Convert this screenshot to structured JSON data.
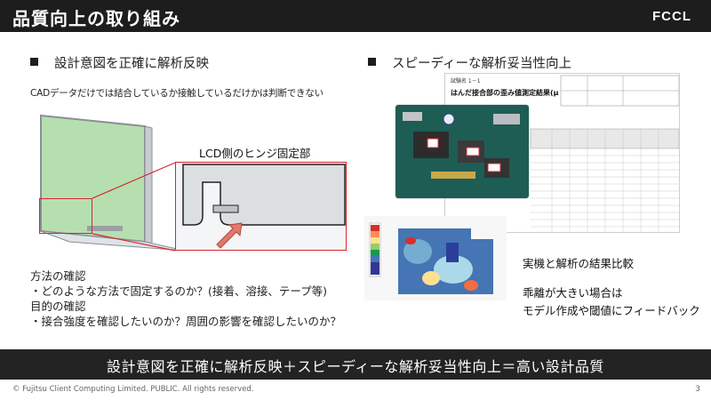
{
  "header": {
    "title": "品質向上の取り組み",
    "brand": "FCCL"
  },
  "left": {
    "heading": "設計意図を正確に解析反映",
    "note": "CADデータだけでは結合しているか接触しているだけかは判断できない",
    "callout_label": "LCD側のヒンジ固定部",
    "lines": [
      "方法の確認",
      "・どのような方法で固定するのか？(接着、溶接、テープ等)",
      "目的の確認",
      "・接合強度を確認したいのか？周囲の影響を確認したいのか？"
    ]
  },
  "right": {
    "heading": "スピーディーな解析妥当性向上",
    "sheet_title": "はんだ接合部の歪み値測定結果(μ ε)",
    "sheet_sub": "試験名  1－1",
    "compare": "実機と解析の結果比較",
    "feedback_lines": [
      "乖離が大きい場合は",
      "モデル作成や閾値にフィードバック"
    ]
  },
  "banner": "設計意図を正確に解析反映＋スピーディーな解析妥当性向上＝高い設計品質",
  "footer": "© Fujitsu Client Computing Limited. PUBLIC. All rights reserved.",
  "page_number": "3",
  "colors": {
    "header_bg": "#1d1d1d",
    "banner_bg": "#232323",
    "callout_red": "#d3282f"
  }
}
